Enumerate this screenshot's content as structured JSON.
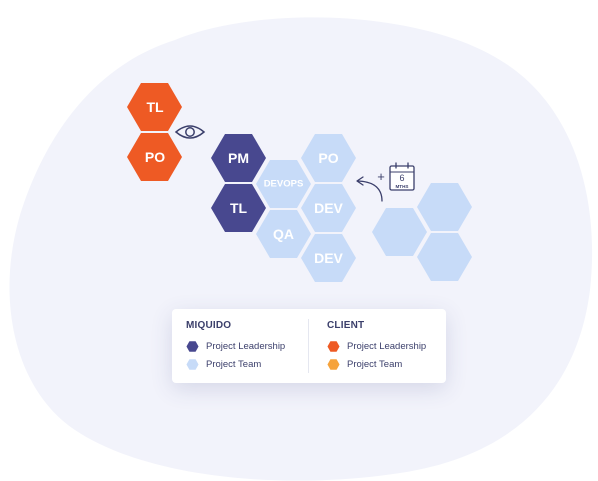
{
  "colors": {
    "background_blob": "#f2f3fb",
    "leadership_miquido": "#48488f",
    "team_miquido": "#c7dbf8",
    "leadership_client": "#ee5a24",
    "team_client": "#f6a33c",
    "ink": "#3b3f6b"
  },
  "client_hexes": [
    "TL",
    "PO"
  ],
  "miquido_hexes": {
    "pm": "PM",
    "tl": "TL",
    "devops": "DEVOPS",
    "qa": "QA",
    "po": "PO",
    "dev1": "DEV",
    "dev2": "DEV"
  },
  "icons": {
    "observe": "eye-icon",
    "extension": "calendar-icon",
    "arrow": "curved-arrow-icon"
  },
  "extension": {
    "plus": "+",
    "duration_number": "6",
    "duration_unit": "MTHS"
  },
  "legend": {
    "miquido": {
      "heading": "MIQUIDO",
      "items": [
        "Project Leadership",
        "Project Team"
      ]
    },
    "client": {
      "heading": "CLIENT",
      "items": [
        "Project Leadership",
        "Project Team"
      ]
    }
  }
}
